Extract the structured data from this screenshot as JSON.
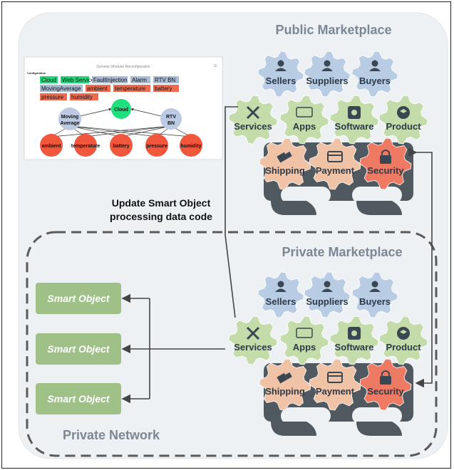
{
  "public_marketplace": {
    "title": "Public Marketplace",
    "row1": [
      "Sellers",
      "Suppliers",
      "Buyers"
    ],
    "row2": [
      "Services",
      "Apps",
      "Software",
      "Product"
    ],
    "row3": [
      "Shipping",
      "Payment",
      "Security"
    ]
  },
  "private_marketplace": {
    "title": "Private Marketplace",
    "row1": [
      "Sellers",
      "Suppliers",
      "Buyers"
    ],
    "row2": [
      "Services",
      "Apps",
      "Software",
      "Product"
    ],
    "row3": [
      "Shipping",
      "Payment",
      "Security"
    ]
  },
  "update_label": [
    "Update Smart Object",
    "processing data code"
  ],
  "private_network": {
    "label": "Private Network",
    "smart_objects": [
      "Smart Object",
      "Smart Object",
      "Smart Object"
    ]
  },
  "screenshot": {
    "title": "Dynamic Modular Reconfiguration",
    "section": "Configuration",
    "tags": [
      {
        "text": "Cloud",
        "color": "#1fd87a"
      },
      {
        "text": "Web Service",
        "color": "#1fd87a"
      },
      {
        "text": "FaultInjection",
        "color": "#aabbd4"
      },
      {
        "text": "Alarm",
        "color": "#aabbd4"
      },
      {
        "text": "RTV BN",
        "color": "#aabbd4"
      },
      {
        "text": "MovingAverage",
        "color": "#aabbd4"
      },
      {
        "text": "ambient",
        "color": "#ef6b4f"
      },
      {
        "text": "temperature",
        "color": "#ef6b4f"
      },
      {
        "text": "battery",
        "color": "#ef6b4f"
      },
      {
        "text": "pressure",
        "color": "#ef6b4f"
      },
      {
        "text": "humidity",
        "color": "#ef6b4f"
      }
    ],
    "nodes": {
      "cloud": "Cloud",
      "moving_average": [
        "Moving",
        "Average"
      ],
      "rtv_bn": [
        "RTV",
        "BN"
      ],
      "sensors": [
        "ambient",
        "temperature",
        "battery",
        "pressure",
        "humidity"
      ]
    }
  },
  "colors": {
    "blue_gear": "#b8cce4",
    "green_gear": "#c3dcaa",
    "orange_gear": "#f0c2a6",
    "red_gear": "#ee7a63",
    "smart_object": "#9fc187",
    "background_panel": "#eef1f4"
  }
}
